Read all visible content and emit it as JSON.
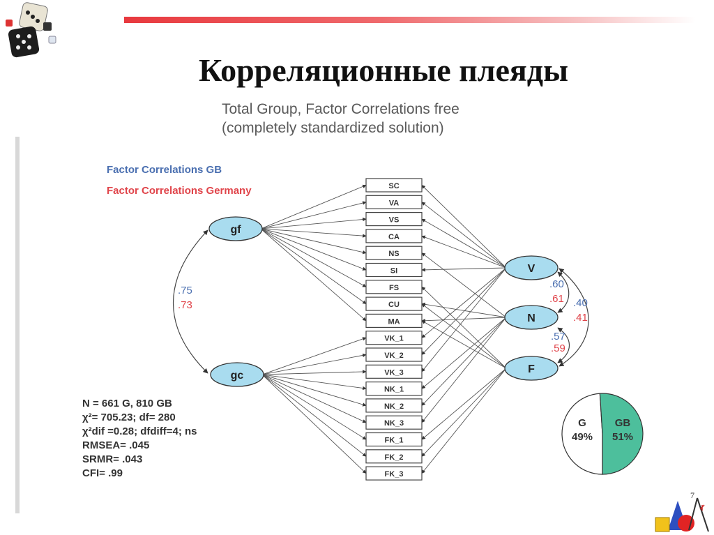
{
  "slide": {
    "title": "Корреляционные плеяды",
    "subtitle_line1": "Total Group, Factor Correlations free",
    "subtitle_line2": "(completely standardized solution)"
  },
  "legend": {
    "gb": "Factor Correlations GB",
    "germany": "Factor Correlations Germany"
  },
  "colors": {
    "gb": "#4a6fb0",
    "germany": "#e0444a",
    "ellipse_fill": "#a9dcef",
    "pie_gb": "#4dbf9c",
    "accent_bar": "#e8393e"
  },
  "latent_left": [
    {
      "id": "gf",
      "label": "gf"
    },
    {
      "id": "gc",
      "label": "gc"
    }
  ],
  "latent_right": [
    {
      "id": "V",
      "label": "V"
    },
    {
      "id": "N",
      "label": "N"
    },
    {
      "id": "F",
      "label": "F"
    }
  ],
  "indicators": [
    "SC",
    "VA",
    "VS",
    "CA",
    "NS",
    "SI",
    "FS",
    "CU",
    "MA",
    "VK_1",
    "VK_2",
    "VK_3",
    "NK_1",
    "NK_2",
    "NK_3",
    "FK_1",
    "FK_2",
    "FK_3"
  ],
  "correlations": {
    "gf_gc": {
      "gb": ".75",
      "germany": ".73"
    },
    "V_N": {
      "gb": ".60",
      "germany": ".61"
    },
    "V_F": {
      "gb": ".40",
      "germany": ".41"
    },
    "N_F": {
      "gb": ".57",
      "germany": ".59"
    }
  },
  "stats": {
    "n": "N = 661 G, 810 GB",
    "chi": "χ²= 705.23; df= 280",
    "chidif": "χ²dif =0.28; dfdiff=4; ns",
    "rmsea": "RMSEA= .045",
    "srmr": "SRMR= .043",
    "cfi": "CFI= .99"
  },
  "pie": {
    "g": {
      "label": "G",
      "percent": 49,
      "text": "49%"
    },
    "gb": {
      "label": "GB",
      "percent": 51,
      "text": "51%"
    }
  }
}
